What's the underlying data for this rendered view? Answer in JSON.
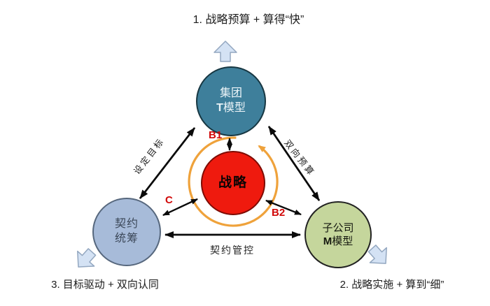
{
  "diagram": {
    "captions": {
      "top": "1. 战略预算 + 算得“快”",
      "bottom_left": "3. 目标驱动 + 双向认同",
      "bottom_right": "2. 战略实施 + 算到“细”"
    },
    "nodes": {
      "group": {
        "line1": "集团",
        "line2_bold": "T",
        "line2_rest": "模型"
      },
      "strategy": {
        "label": "战略"
      },
      "contract": {
        "line1": "契约",
        "line2": "统筹"
      },
      "subsidiary": {
        "line1": "子公司",
        "line2_bold": "M",
        "line2_rest": "模型"
      }
    },
    "edges": {
      "set_goals": "设定目标",
      "two_way_budget": "双向预算",
      "contract_control": "契约管控",
      "b1": "B1",
      "b2": "B2",
      "c": "C"
    },
    "colors": {
      "group_fill": "#3e7f9b",
      "strategy_fill": "#ef1a0e",
      "contract_fill": "#a7bbd9",
      "subsidiary_fill": "#c5d69c",
      "cycle_arrow_orange": "#efa23b",
      "edge_tag_red": "#d10808",
      "black_arrow": "#0b0b0b",
      "block_arrow_fill": "#d4e2f4",
      "block_arrow_stroke": "#93a7c0"
    }
  }
}
